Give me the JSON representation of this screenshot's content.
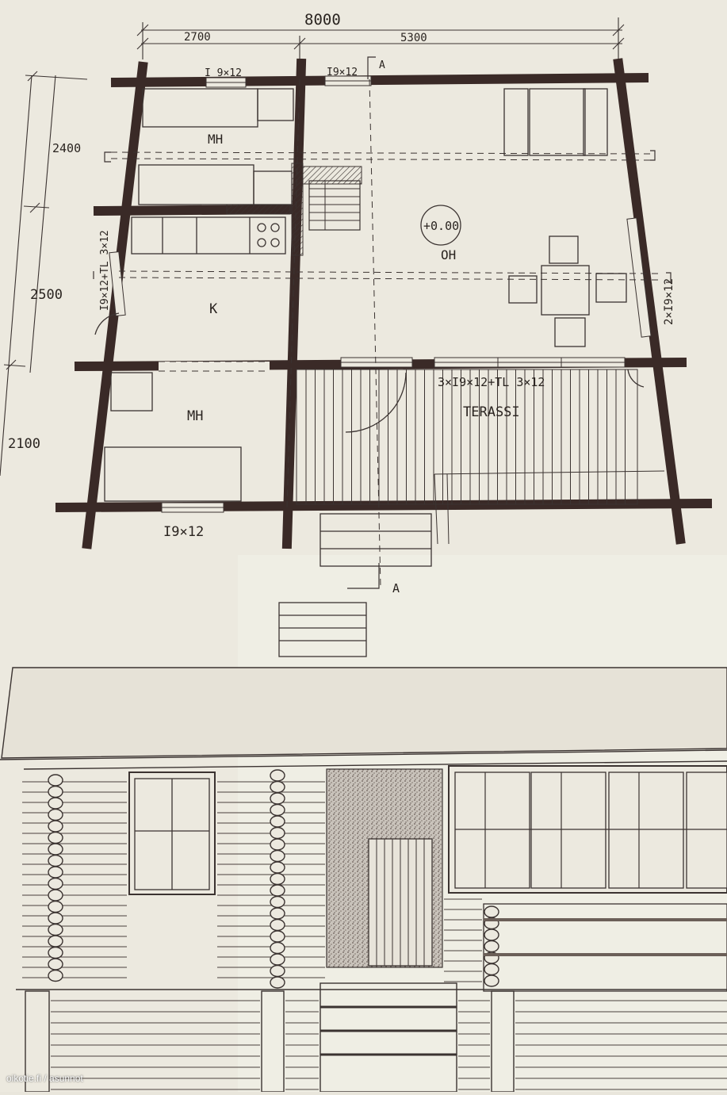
{
  "colors": {
    "paper": "#ece9df",
    "wall": "#3a2a27",
    "line": "#3b3331",
    "shade": "#7a6e66"
  },
  "dimensions": {
    "total": "8000",
    "left": "2700",
    "right": "5300",
    "h1": "2400",
    "h2": "2500",
    "h3": "2100"
  },
  "windows": {
    "top_left": "I 9×12",
    "top_middle": "I9×12",
    "left_side": "I9×12+TL 3×12",
    "right_side": "2×I9×12",
    "bottom_left": "I9×12",
    "terrace": "3×I9×12+TL 3×12"
  },
  "rooms": {
    "bedroom_top": "MH",
    "kitchen": "K",
    "living": "OH",
    "bedroom_bottom": "MH",
    "terrace": "TERASSI"
  },
  "level": "+0.00",
  "section_marks": {
    "top": "A",
    "bottom": "A"
  },
  "watermark": "oikotie.fi / asunnot"
}
